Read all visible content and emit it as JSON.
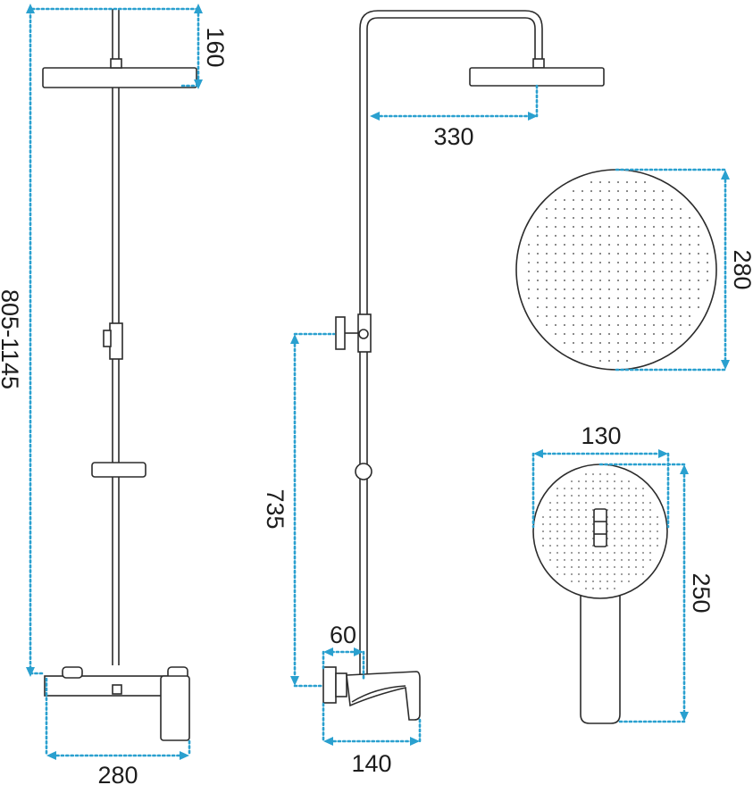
{
  "dimensions": {
    "top_height": "160",
    "total_height": "805-1145",
    "base_width": "280",
    "arm_reach": "330",
    "valve_height": "735",
    "wall_offset": "60",
    "spout_length": "140",
    "head_diameter": "280",
    "hand_width": "130",
    "hand_length": "250"
  },
  "colors": {
    "dimension_line": "#2aa0cf",
    "outline": "#2b2b2b",
    "nozzle_dot": "#8a8a8a"
  }
}
